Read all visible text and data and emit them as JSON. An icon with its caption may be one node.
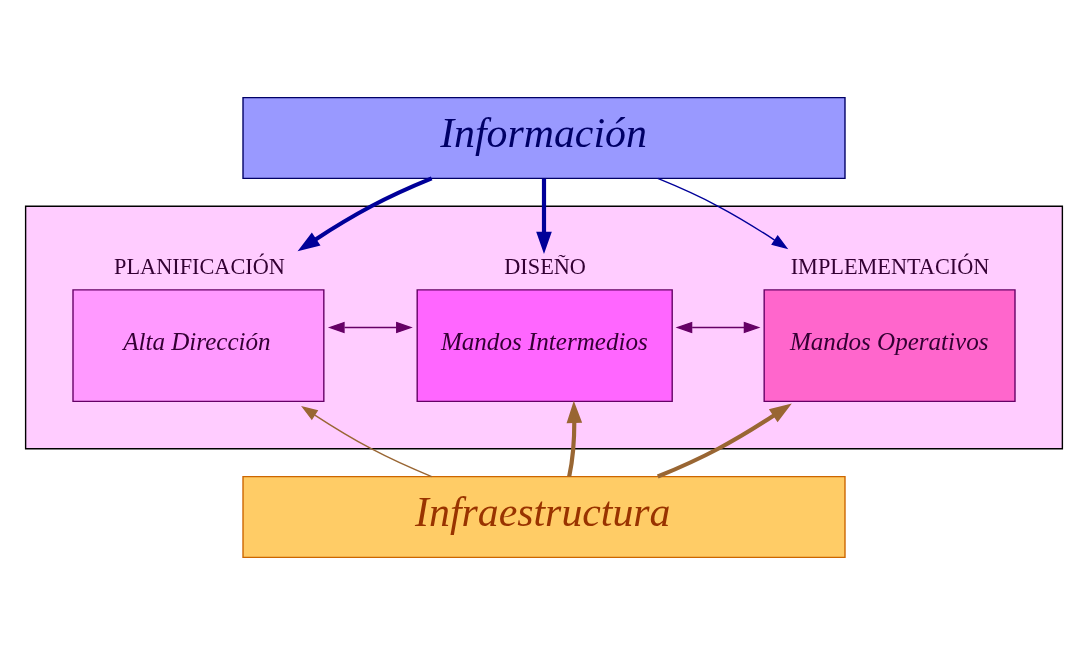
{
  "diagram": {
    "nodes": [
      {
        "text": [
          "Información"
        ]
      },
      {
        "text": [],
        "shape": "box"
      },
      {
        "text": [
          "PLANIFICACIÓN",
          "Alta Dirección"
        ],
        "in": 1
      },
      {
        "text": [
          "DISEÑO",
          "Mandos Intermedios"
        ],
        "in": 1
      },
      {
        "text": [
          "IMPLEMENTACIÓN",
          "Mandos Operativos"
        ],
        "in": 1
      },
      {
        "text": [
          "Infraestructura"
        ]
      }
    ],
    "edges": [
      {
        "from": 0,
        "to": 2,
        "arrow": "to",
        "style": "thick",
        "color": "#000099"
      },
      {
        "from": 0,
        "to": 3,
        "arrow": "to",
        "style": "thick",
        "color": "#000099"
      },
      {
        "from": 0,
        "to": 4,
        "arrow": "to",
        "color": "#000099"
      },
      {
        "from": 2,
        "to": 3,
        "arrow": "both",
        "color": "#660066"
      },
      {
        "from": 3,
        "to": 4,
        "arrow": "both",
        "color": "#660066"
      },
      {
        "from": 5,
        "to": 2,
        "arrow": "to",
        "color": "#996633"
      },
      {
        "from": 5,
        "to": 3,
        "arrow": "to",
        "style": "thick",
        "color": "#996633"
      },
      {
        "from": 5,
        "to": 4,
        "arrow": "to",
        "style": "thick",
        "color": "#996633"
      }
    ]
  }
}
